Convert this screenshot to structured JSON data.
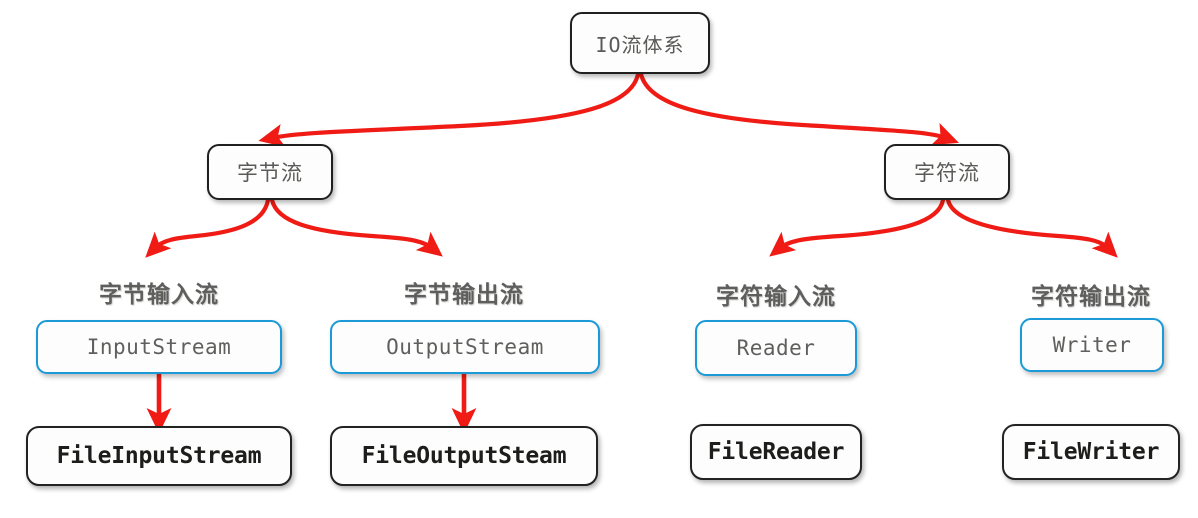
{
  "diagram": {
    "title": "IO流体系",
    "accent_arrow_color": "#ef1b14",
    "abstract_border_color": "#1b9ad7",
    "concept_border_color": "#20201f",
    "impl_border_color": "#232322",
    "background_color": "#ffffff"
  },
  "root": {
    "label": "IO流体系"
  },
  "branches": [
    {
      "label": "字节流"
    },
    {
      "label": "字符流"
    }
  ],
  "captions": [
    {
      "label": "字节输入流"
    },
    {
      "label": "字节输出流"
    },
    {
      "label": "字符输入流"
    },
    {
      "label": "字符输出流"
    }
  ],
  "abstract_classes": [
    {
      "label": "InputStream"
    },
    {
      "label": "OutputStream"
    },
    {
      "label": "Reader"
    },
    {
      "label": "Writer"
    }
  ],
  "impl_classes": [
    {
      "label": "FileInputStream"
    },
    {
      "label": "FileOutputSteam"
    },
    {
      "label": "FileReader"
    },
    {
      "label": "FileWriter"
    }
  ]
}
